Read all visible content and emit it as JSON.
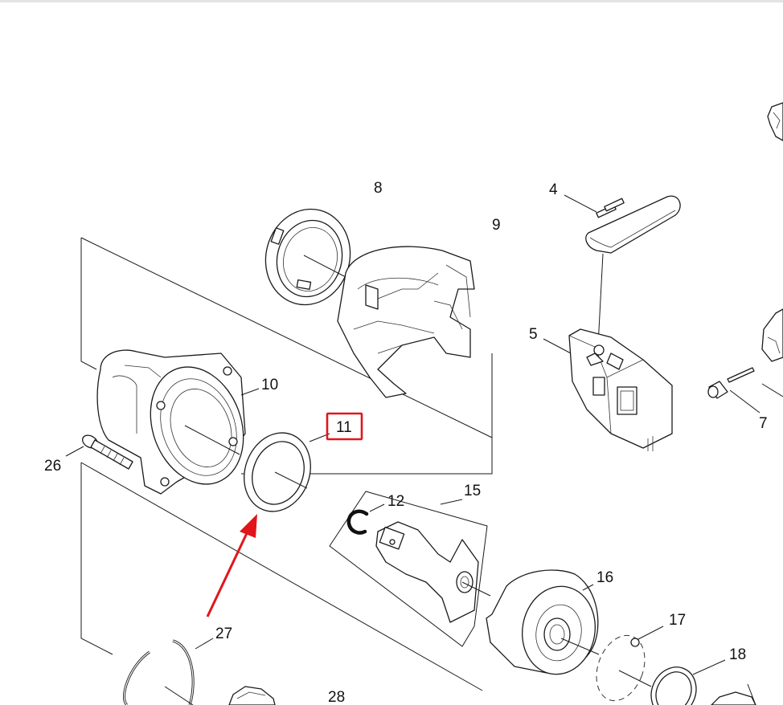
{
  "diagram": {
    "callouts": [
      "4",
      "5",
      "7",
      "8",
      "9",
      "10",
      "11",
      "12",
      "15",
      "16",
      "17",
      "18",
      "26",
      "27",
      "28"
    ],
    "highlighted_callout": "11",
    "highlight_color": "#e0161b",
    "arrow_color": "#e0161b"
  }
}
